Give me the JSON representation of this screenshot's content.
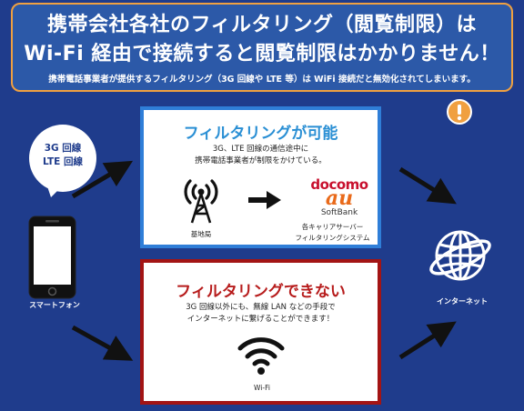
{
  "header": {
    "line1": "携帯会社各社のフィルタリング（閲覧制限）は",
    "line2": "Wi-Fi 経由で接続すると閲覧制限はかかりません！",
    "note": "携帯電話事業者が提供するフィルタリング（3G 回線や LTE 等）は WiFi 接続だと無効化されてしまいます。",
    "warning_icon": "exclamation-icon",
    "accent_color": "#f0a040"
  },
  "bubble": {
    "line1": "3G 回線",
    "line2": "LTE 回線"
  },
  "phone": {
    "label": "スマートフォン"
  },
  "filter_on": {
    "title": "フィルタリングが可能",
    "desc1": "3G、LTE 回線の通信途中に",
    "desc2": "携帯電話事業者が制限をかけている。",
    "tower_label": "基地局",
    "carriers": [
      "docomo",
      "au",
      "SoftBank"
    ],
    "carrier_label1": "各キャリアサーバー",
    "carrier_label2": "フィルタリングシステム",
    "border_color": "#2f7ed8"
  },
  "filter_off": {
    "title": "フィルタリングできない",
    "desc1": "3G 回線以外にも、無線 LAN などの手段で",
    "desc2": "インターネットに繋げることができます！",
    "wifi_label": "Wi-Fi",
    "border_color": "#a31414"
  },
  "internet": {
    "label": "インターネット"
  }
}
